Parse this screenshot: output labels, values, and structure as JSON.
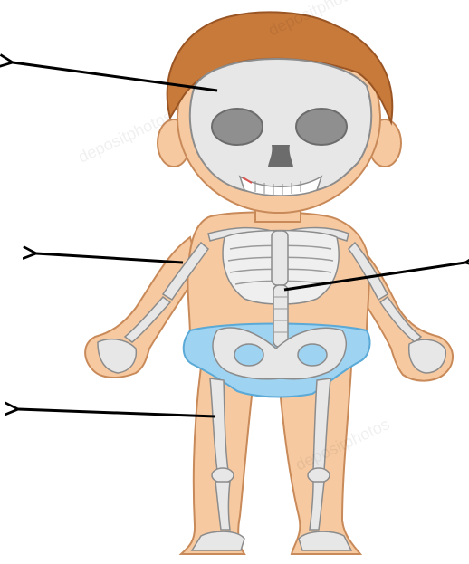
{
  "figure": {
    "subject": "child skeletal system illustration",
    "labels": [
      {
        "target": "skull",
        "text": ""
      },
      {
        "target": "humerus",
        "text": ""
      },
      {
        "target": "femur",
        "text": ""
      },
      {
        "target": "spine",
        "text": ""
      }
    ]
  },
  "watermark": "depositphotos",
  "colors": {
    "skin": "#f6c9a0",
    "skin_outline": "#c98a5a",
    "hair": "#c87a3a",
    "hair_dark": "#9a5524",
    "bone": "#e7e7e7",
    "bone_shade": "#c9c9c9",
    "bone_outline": "#8c8c8c",
    "diaper": "#9fd3f2",
    "diaper_outline": "#5aa9d6",
    "arrow": "#000000"
  }
}
